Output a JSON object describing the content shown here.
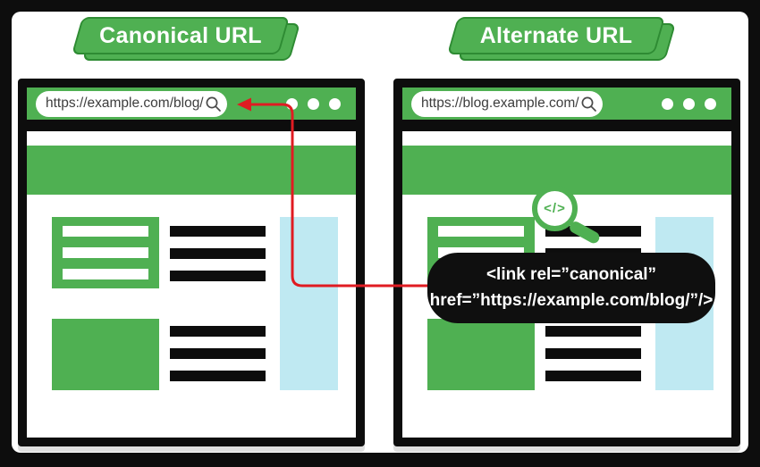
{
  "banners": {
    "canonical": "Canonical URL",
    "alternate": "Alternate URL"
  },
  "browsers": {
    "canonical": {
      "url": "https://example.com/blog/"
    },
    "alternate": {
      "url": "https://blog.example.com/"
    }
  },
  "magnifier": {
    "code_glyph": "</>"
  },
  "code_bubble": {
    "line1": "<link rel=”canonical”",
    "line2": "href=”https://example.com/blog/”/>"
  },
  "colors": {
    "green": "#4fb052",
    "green_border": "#2e8b33",
    "light_blue": "#bfe9f2",
    "red": "#e01b22",
    "black": "#0d0d0d"
  }
}
